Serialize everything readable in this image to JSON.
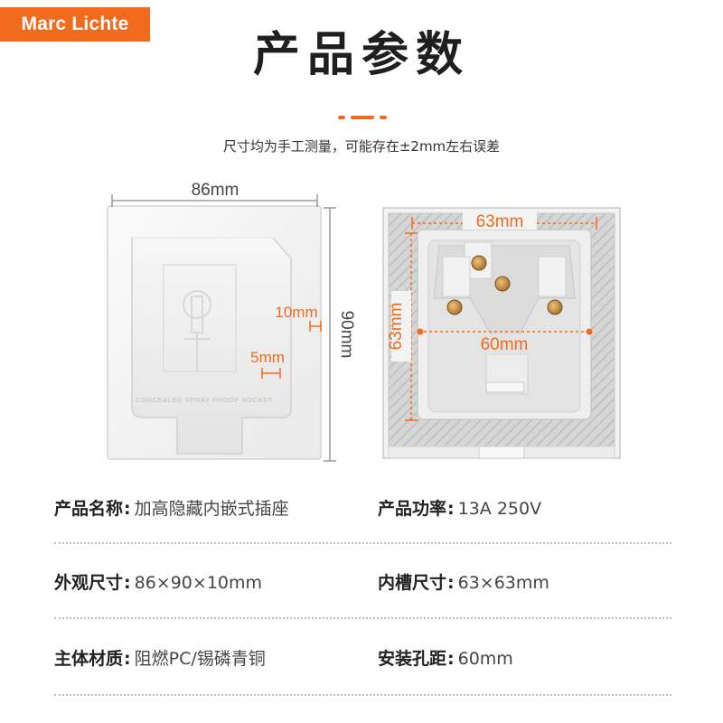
{
  "brand": {
    "logo_text": "Marc Lichte",
    "accent_color": "#f26a1b"
  },
  "header": {
    "title": "产品参数",
    "subtitle": "尺寸均为手工测量，可能存在±2mm左右误差"
  },
  "dimensions": {
    "front_width": "86mm",
    "front_height": "90mm",
    "depth_outer": "10mm",
    "depth_inner": "5mm",
    "inner_width": "63mm",
    "inner_height": "63mm",
    "hole_spacing": "60mm",
    "cover_marking": "CONCEALED SPRAY PROOF SOCKET"
  },
  "specs": [
    {
      "left": {
        "label": "产品名称",
        "value": "加高隐藏内嵌式插座"
      },
      "right": {
        "label": "产品功率",
        "value": "13A 250V"
      }
    },
    {
      "left": {
        "label": "外观尺寸",
        "value": "86×90×10mm"
      },
      "right": {
        "label": "内槽尺寸",
        "value": "63×63mm"
      }
    },
    {
      "left": {
        "label": "主体材质",
        "value": "阻燃PC/锡磷青铜"
      },
      "right": {
        "label": "安装孔距",
        "value": "60mm"
      }
    }
  ]
}
